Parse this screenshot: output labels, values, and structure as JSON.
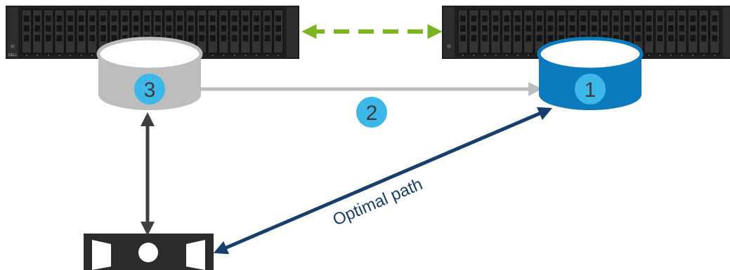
{
  "diagram": {
    "steps": {
      "volume_secondary": "3",
      "replication": "2",
      "volume_primary": "1"
    },
    "path_label": "Optimal path",
    "brand": "DELL",
    "colors": {
      "primary_volume": "#0c7bbd",
      "primary_volume_top": "#ffffff",
      "secondary_volume": "#bdbdbd",
      "secondary_volume_top": "#ffffff",
      "badge": "#3db6e8",
      "replication_arrow": "#bdbdbd",
      "optimal_path": "#173f6b",
      "host_link": "#3f3f3f",
      "peer_link": "#7ab41e",
      "storage_array": "#1e1e1e",
      "host": "#2b2b2b"
    }
  }
}
